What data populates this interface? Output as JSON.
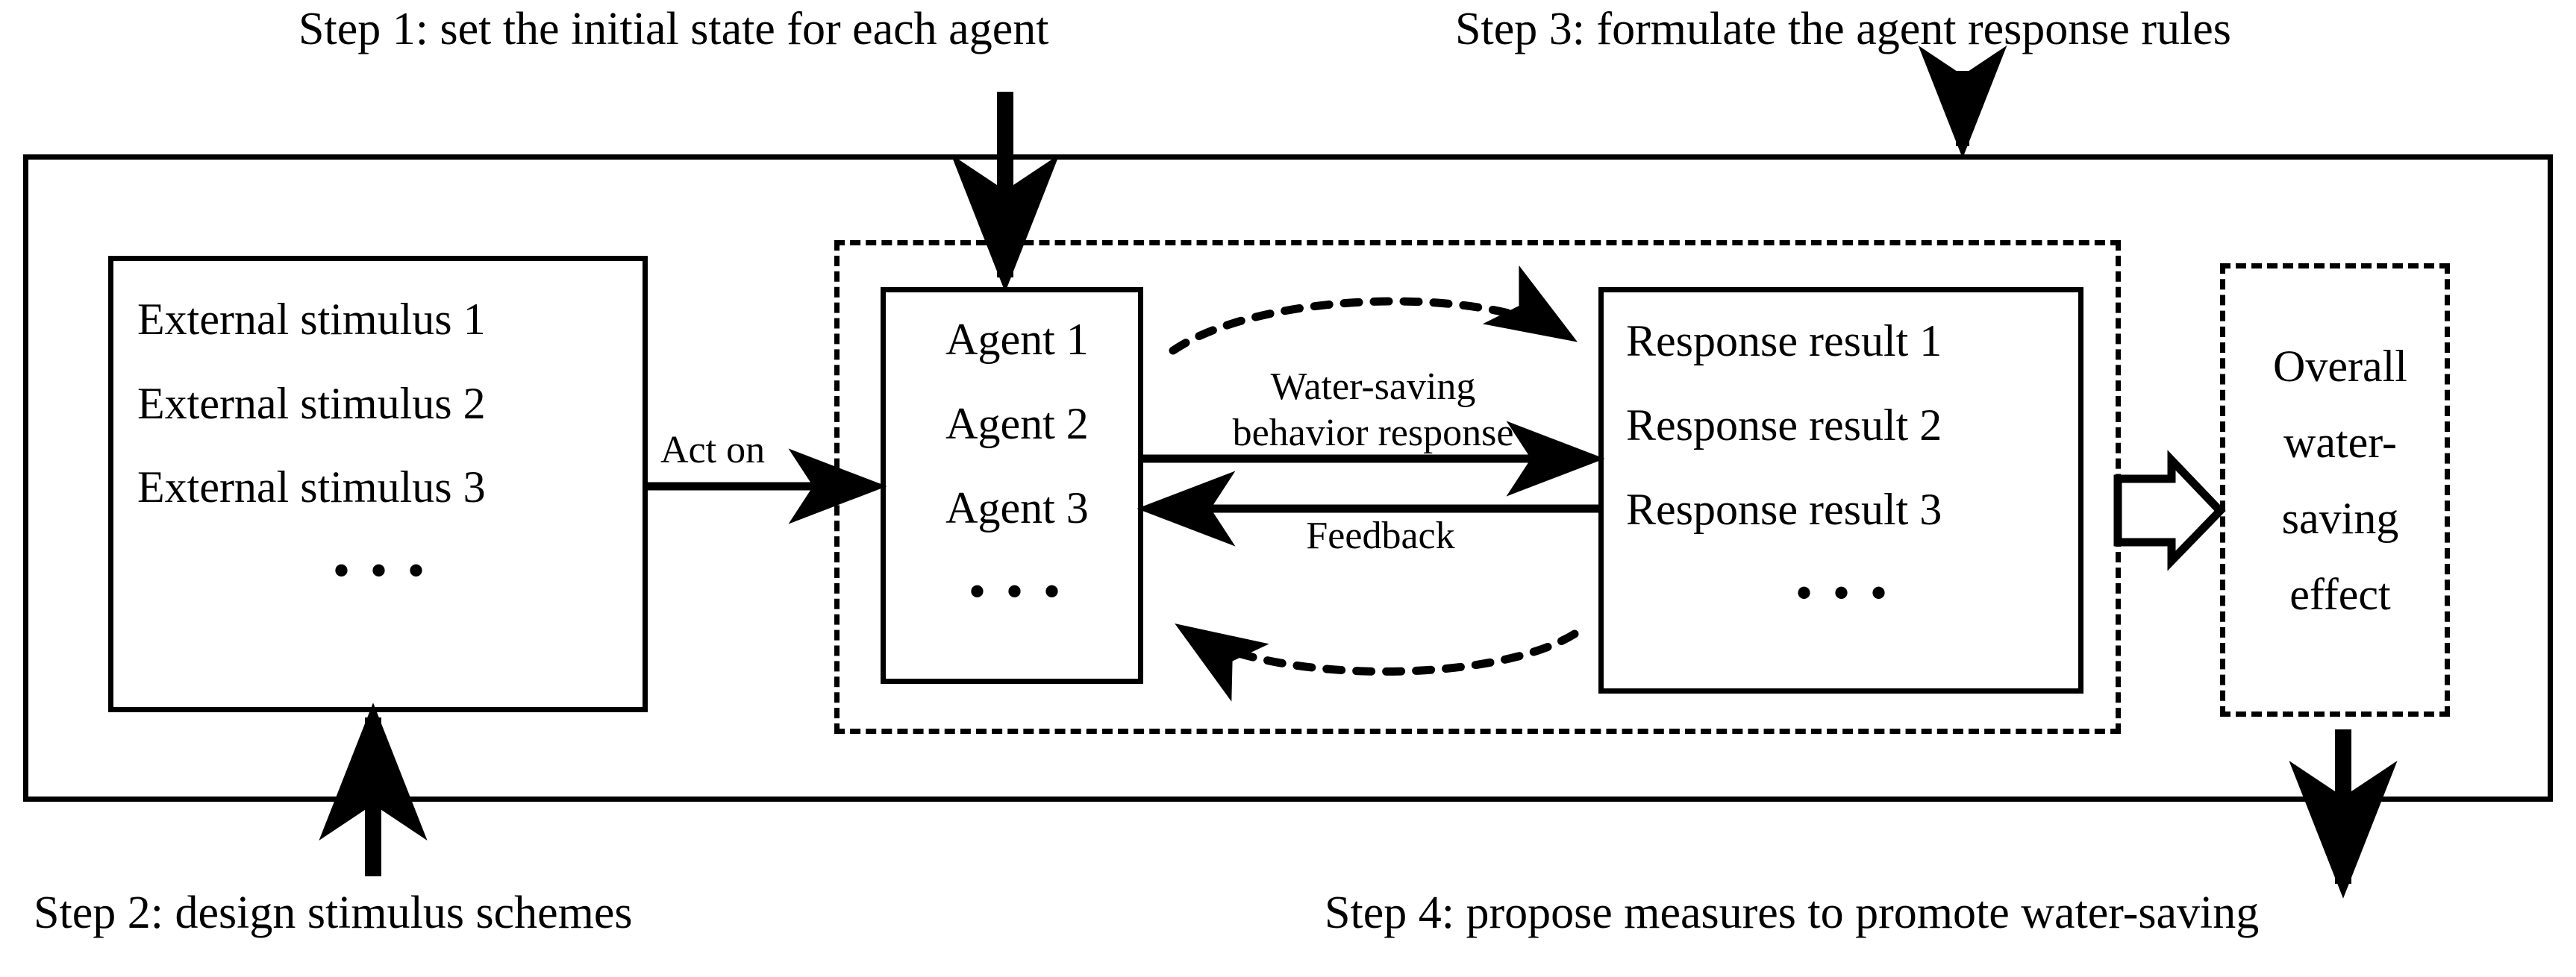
{
  "diagram": {
    "steps": [
      {
        "id": "step1",
        "label": "Step 1: set the initial state for each agent"
      },
      {
        "id": "step3",
        "label": "Step 3: formulate the agent response rules"
      },
      {
        "id": "step2",
        "label": "Step 2: design stimulus schemes"
      },
      {
        "id": "step4",
        "label": "Step 4: propose measures to promote water-saving"
      }
    ],
    "stimulus_box": {
      "lines": [
        "External stimulus 1",
        "External stimulus 2",
        "External stimulus 3"
      ],
      "ellipsis": "• • •"
    },
    "agent_box": {
      "lines": [
        "Agent 1",
        "Agent 2",
        "Agent 3"
      ],
      "ellipsis": "• • •"
    },
    "response_box": {
      "lines": [
        "Response result 1",
        "Response result 2",
        "Response result 3"
      ],
      "ellipsis": "• • •"
    },
    "overall_box": {
      "lines": [
        "Overall",
        "water-",
        "saving",
        "effect"
      ]
    },
    "edge_labels": {
      "act_on": "Act on",
      "water_saving_response_line1": "Water-saving",
      "water_saving_response_line2": "behavior response",
      "feedback": "Feedback"
    },
    "colors": {
      "stroke": "#000000",
      "background": "#ffffff"
    }
  }
}
